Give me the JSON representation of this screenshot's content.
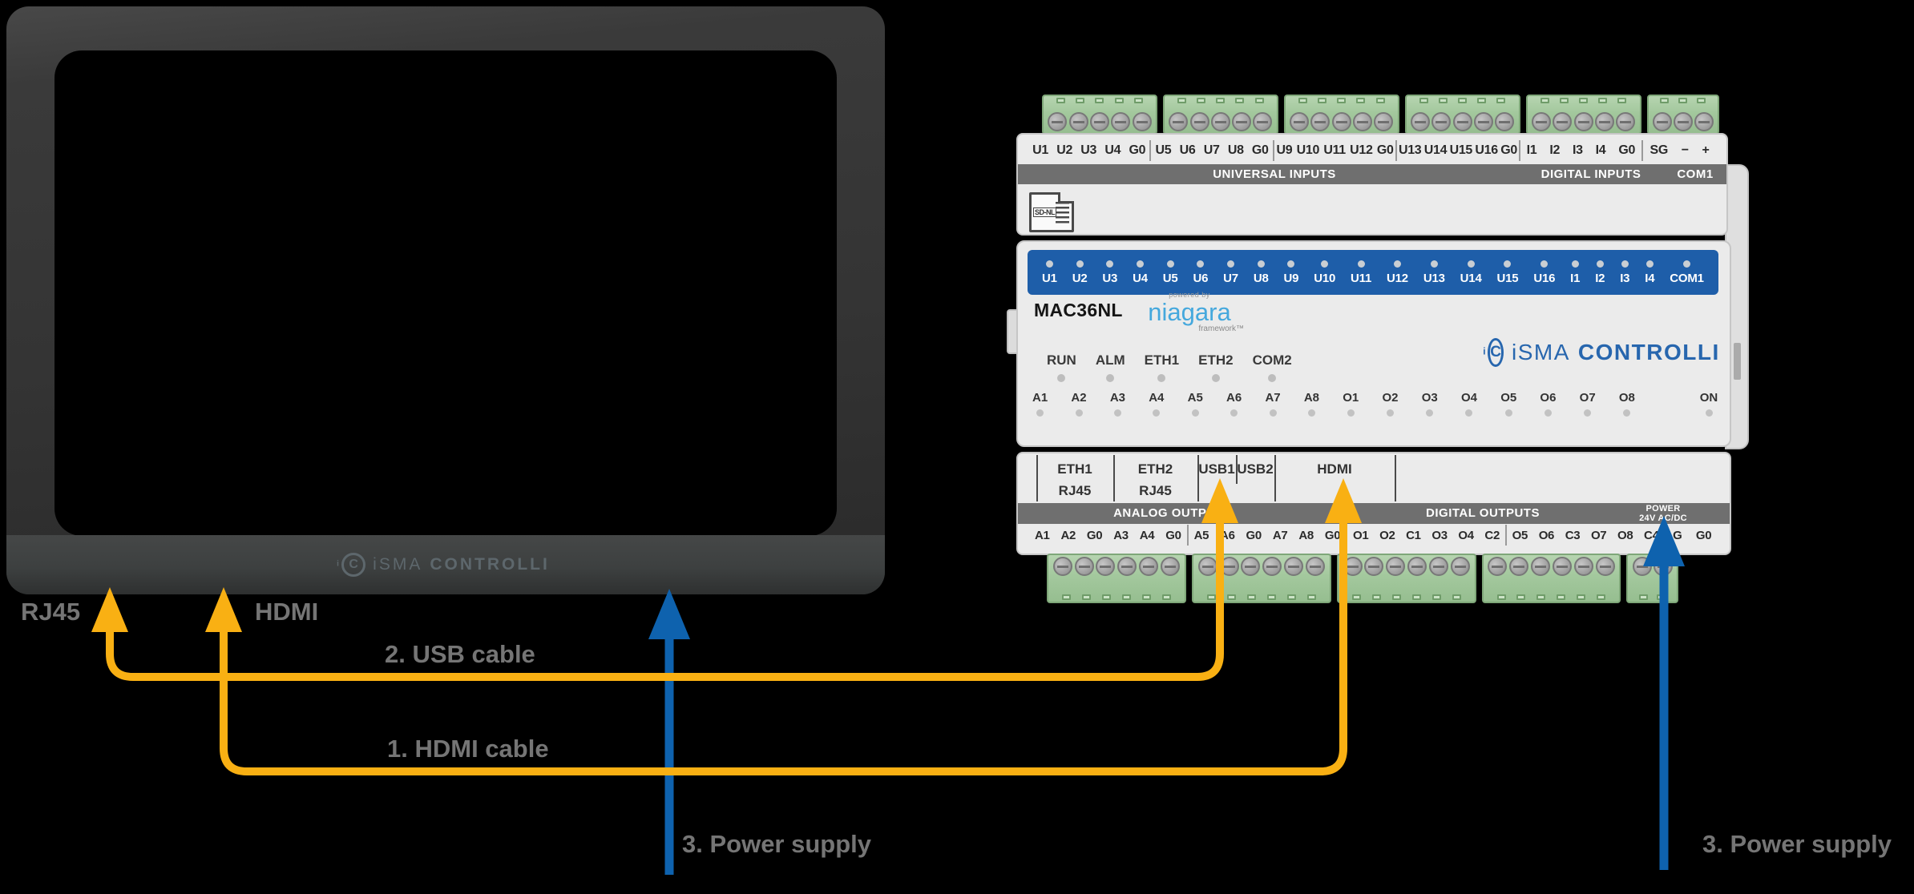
{
  "brand": {
    "mark_i": "i",
    "mark_c": "C",
    "prefix": "iSMA",
    "suffix": "CONTROLLI"
  },
  "diagram": {
    "rj45_label": "RJ45",
    "hdmi_label": "HDMI",
    "usb_cable_label": "2. USB cable",
    "hdmi_cable_label": "1. HDMI cable",
    "monitor_power_label": "3. Power supply",
    "controller_power_label": "3. Power supply",
    "cable_yellow": "#F9B013",
    "cable_blue": "#0E62AE",
    "background": "#000000"
  },
  "controller": {
    "model": "MAC36NL",
    "powered_by": "powered by",
    "niagara": "niagara",
    "framework": "framework™",
    "sd_card": "SD-NL",
    "universal_inputs": "UNIVERSAL INPUTS",
    "digital_inputs": "DIGITAL INPUTS",
    "com1": "COM1",
    "analog_outputs": "ANALOG OUTPUTS",
    "digital_outputs": "DIGITAL OUTPUTS",
    "power_line1": "POWER",
    "power_line2": "24V AC/DC",
    "on_label": "ON",
    "top_terminal_groups": [
      [
        "U1",
        "U2",
        "U3",
        "U4",
        "G0"
      ],
      [
        "U5",
        "U6",
        "U7",
        "U8",
        "G0"
      ],
      [
        "U9",
        "U10",
        "U11",
        "U12",
        "G0"
      ],
      [
        "U13",
        "U14",
        "U15",
        "U16",
        "G0"
      ],
      [
        "I1",
        "I2",
        "I3",
        "I4",
        "G0"
      ],
      [
        "SG",
        "−",
        "+"
      ]
    ],
    "led_bar_labels": [
      "U1",
      "U2",
      "U3",
      "U4",
      "U5",
      "U6",
      "U7",
      "U8",
      "U9",
      "U10",
      "U11",
      "U12",
      "U13",
      "U14",
      "U15",
      "U16",
      "I1",
      "I2",
      "I3",
      "I4",
      "COM1"
    ],
    "status_led_labels": [
      "RUN",
      "ALM",
      "ETH1",
      "ETH2",
      "COM2"
    ],
    "io_led_labels": [
      "A1",
      "A2",
      "A3",
      "A4",
      "A5",
      "A6",
      "A7",
      "A8",
      "O1",
      "O2",
      "O3",
      "O4",
      "O5",
      "O6",
      "O7",
      "O8"
    ],
    "ports": [
      {
        "line1": "ETH1",
        "line2": "RJ45"
      },
      {
        "line1": "ETH2",
        "line2": "RJ45"
      },
      {
        "line1": "USB1",
        "line2": ""
      },
      {
        "line1": "USB2",
        "line2": ""
      },
      {
        "line1": "HDMI",
        "line2": ""
      }
    ],
    "bottom_terminal_groups": [
      [
        "A1",
        "A2",
        "G0",
        "A3",
        "A4",
        "G0"
      ],
      [
        "A5",
        "A6",
        "G0",
        "A7",
        "A8",
        "G0"
      ],
      [
        "O1",
        "O2",
        "C1",
        "O3",
        "O4",
        "C2"
      ],
      [
        "O5",
        "O6",
        "C3",
        "O7",
        "O8",
        "C4"
      ],
      [
        "G",
        "G0"
      ]
    ]
  }
}
